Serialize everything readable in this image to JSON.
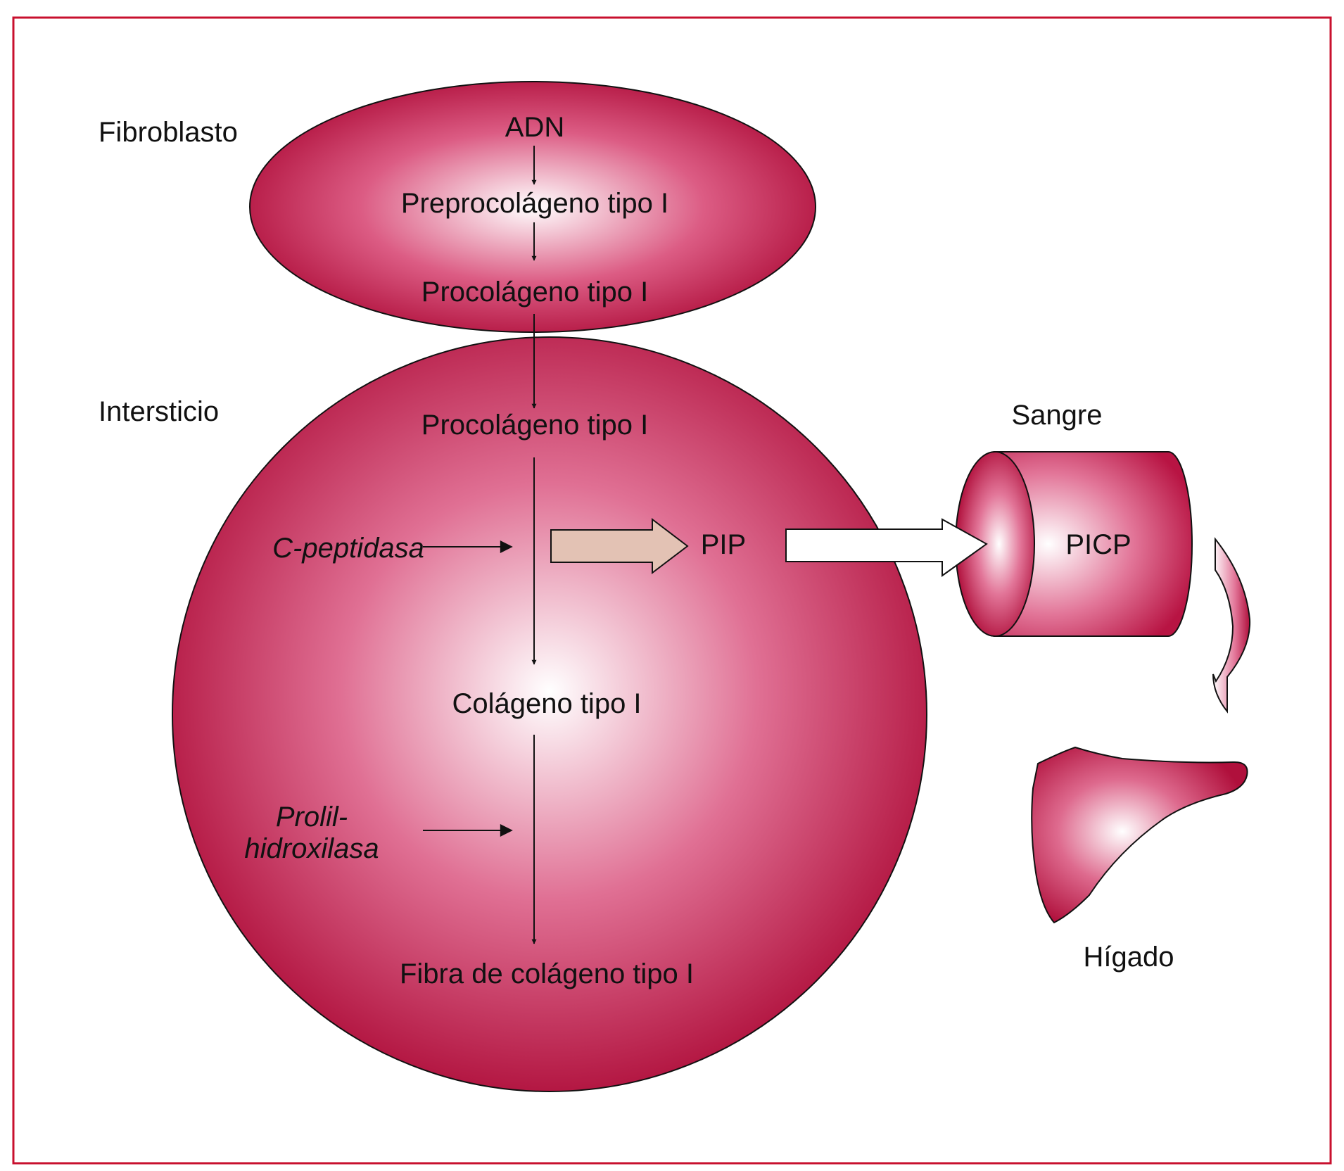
{
  "labels": {
    "fibroblasto": "Fibroblasto",
    "intersticio": "Intersticio",
    "sangre": "Sangre",
    "higado": "Hígado"
  },
  "pathway": {
    "adn": "ADN",
    "preprocolageno": "Preprocolágeno tipo I",
    "procolageno_cell": "Procolágeno tipo I",
    "procolageno_interstitium": "Procolágeno tipo I",
    "colageno": "Colágeno tipo I",
    "fibra": "Fibra de colágeno tipo I"
  },
  "enzymes": {
    "c_peptidasa": "C-peptidasa",
    "prolil_line1": "Prolil-",
    "prolil_line2": "hidroxilasa"
  },
  "products": {
    "pip": "PIP",
    "picp": "PICP"
  },
  "colors": {
    "frame": "#c8102e",
    "shape_dark": "#b0103c",
    "shape_light": "#ffffff",
    "pip_arrow_fill": "#e3c2b4",
    "stroke": "#111111"
  }
}
